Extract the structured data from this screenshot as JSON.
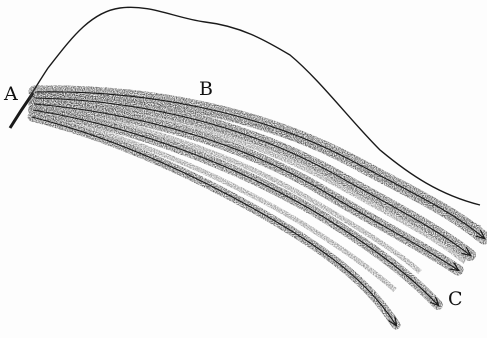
{
  "labels": {
    "a": "A",
    "b": "B",
    "c": "C"
  },
  "colors": {
    "ink": "#1a1a1a",
    "shade": "#3a3a3a",
    "paper": "#fdfdfd"
  }
}
